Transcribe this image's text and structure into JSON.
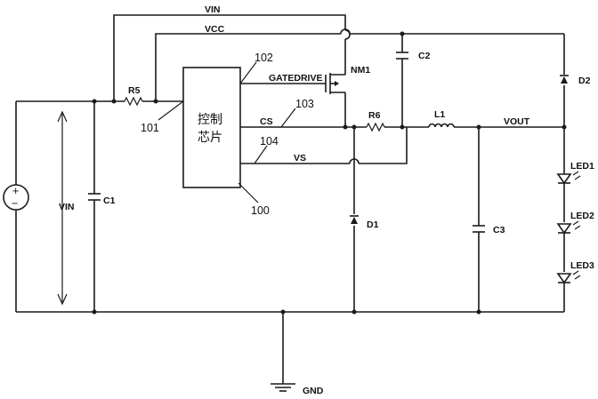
{
  "nets": {
    "vin_top": "VIN",
    "vcc": "VCC",
    "gatedrive": "GATEDRIVE",
    "cs": "CS",
    "vs": "VS",
    "vout": "VOUT",
    "gnd": "GND",
    "vin_side": "VIN"
  },
  "chip": {
    "line1": "控制",
    "line2": "芯片"
  },
  "components": {
    "r5": "R5",
    "r6": "R6",
    "l1": "L1",
    "c1": "C1",
    "c2": "C2",
    "c3": "C3",
    "d1": "D1",
    "d2": "D2",
    "nm1": "NM1",
    "led1": "LED1",
    "led2": "LED2",
    "led3": "LED3"
  },
  "refs": {
    "r100": "100",
    "r101": "101",
    "r102": "102",
    "r103": "103",
    "r104": "104"
  },
  "source": {
    "plus": "+",
    "minus": "−"
  }
}
